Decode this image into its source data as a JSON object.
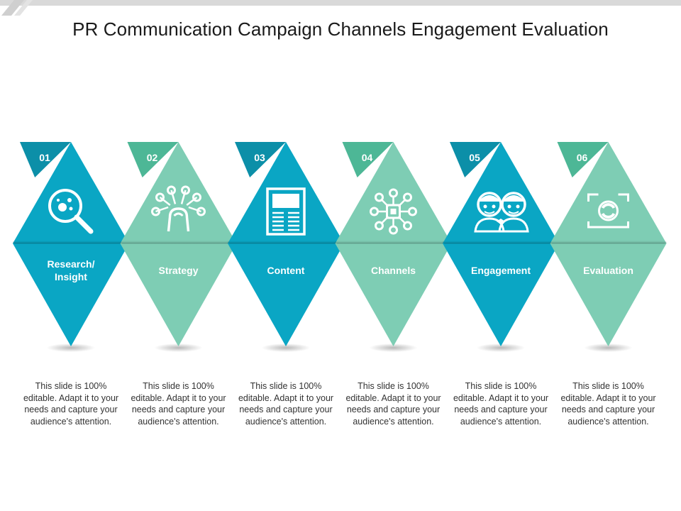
{
  "title": "PR Communication Campaign Channels Engagement Evaluation",
  "colors": {
    "blue": "#0aa6c4",
    "blue_dark": "#0c8fa8",
    "green": "#7ecdb4",
    "green_dark": "#4db796",
    "label_white": "#ffffff",
    "text": "#333333",
    "topbar": "#d9d9d9"
  },
  "steps": [
    {
      "number": "01",
      "label_lines": [
        "Research/",
        "Insight"
      ],
      "icon": "magnifier-icon",
      "color": "blue",
      "description": "This slide is 100% editable. Adapt it to your needs and capture your audience's attention."
    },
    {
      "number": "02",
      "label_lines": [
        "Strategy"
      ],
      "icon": "network-person-icon",
      "color": "green",
      "description": "This slide is 100% editable. Adapt it to your needs and capture your audience's attention."
    },
    {
      "number": "03",
      "label_lines": [
        "Content"
      ],
      "icon": "document-icon",
      "color": "blue",
      "description": "This slide is 100% editable. Adapt it to your needs and capture your audience's attention."
    },
    {
      "number": "04",
      "label_lines": [
        "Channels"
      ],
      "icon": "hub-network-icon",
      "color": "green",
      "description": "This slide is 100% editable. Adapt it to your needs and capture your audience's attention."
    },
    {
      "number": "05",
      "label_lines": [
        "Engagement"
      ],
      "icon": "people-icon",
      "color": "blue",
      "description": "This slide is 100% editable. Adapt it to your needs and capture your audience's attention."
    },
    {
      "number": "06",
      "label_lines": [
        "Evaluation"
      ],
      "icon": "camera-target-icon",
      "color": "green",
      "description": "This slide is 100% editable. Adapt it to your needs and capture your audience's attention."
    }
  ]
}
